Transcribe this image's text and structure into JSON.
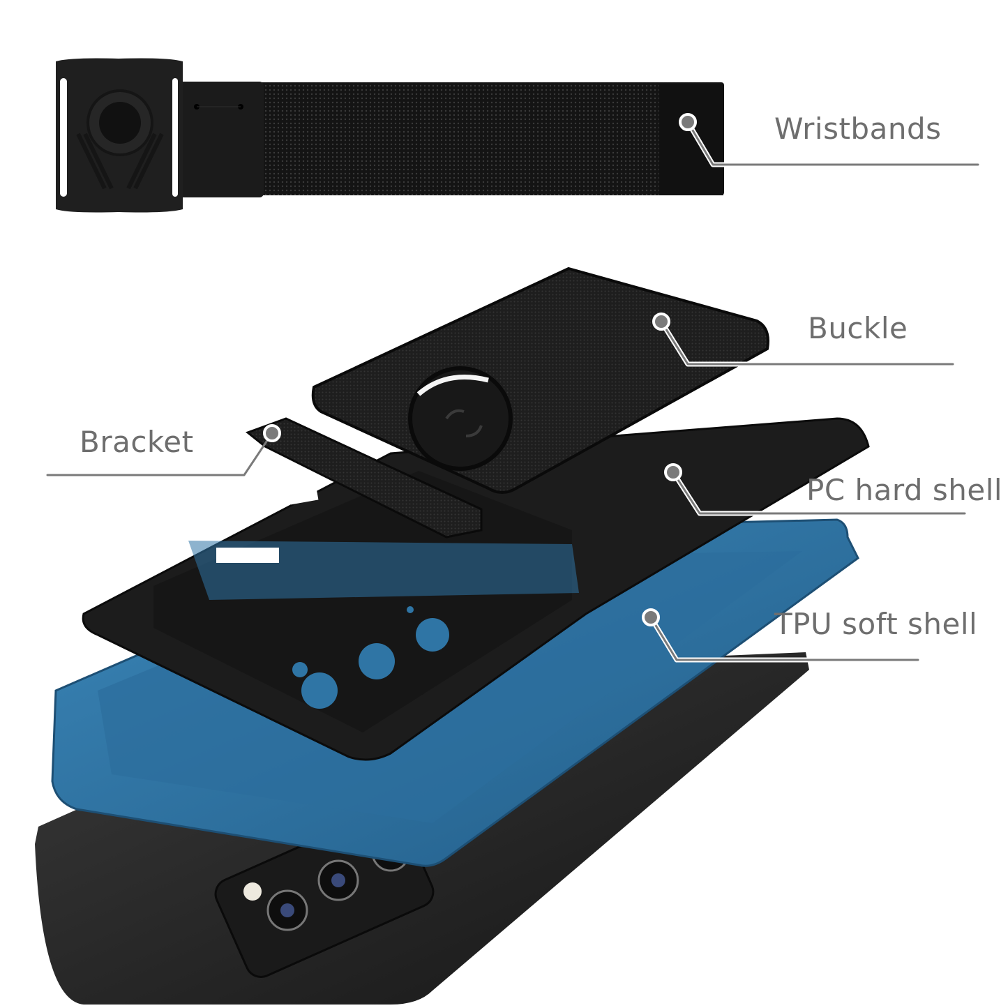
{
  "diagram": {
    "type": "product-exploded-view",
    "subject": "phone case with armband",
    "colors": {
      "background": "#ffffff",
      "label_text": "#6e6e6e",
      "leader_line": "#7a7a7a",
      "case_black": "#1c1c1c",
      "tpu_blue": "#2f75a5",
      "phone_black": "#2a2a2a"
    },
    "components": [
      {
        "id": "wristbands",
        "label": "Wristbands"
      },
      {
        "id": "buckle",
        "label": "Buckle"
      },
      {
        "id": "bracket",
        "label": "Bracket"
      },
      {
        "id": "pc-hard-shell",
        "label": "PC hard shell"
      },
      {
        "id": "tpu-soft-shell",
        "label": "TPU soft shell"
      }
    ]
  }
}
